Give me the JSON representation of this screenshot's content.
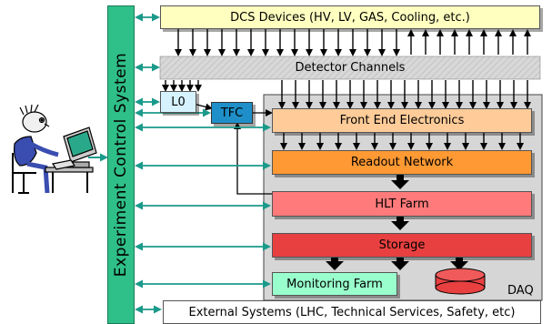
{
  "ecs_label": "Experiment Control System",
  "dcs_label": "DCS Devices (HV, LV, GAS, Cooling, etc.)",
  "detector_label": "Detector Channels",
  "l0_label": "L0",
  "tfc_label": "TFC",
  "fee_label": "Front End Electronics",
  "readout_label": "Readout Network",
  "hlt_label": "HLT Farm",
  "storage_label": "Storage",
  "monitoring_label": "Monitoring Farm",
  "daq_label": "DAQ",
  "external_label": "External Systems (LHC, Technical Services, Safety, etc)",
  "colors": {
    "ecs": "#2fbf88",
    "dcs": "#ffffc0",
    "detector": "#d4d4d4",
    "daq_region": "#d6d6d6",
    "fee": "#ffcc99",
    "readout": "#ff9933",
    "hlt": "#ff7a7a",
    "storage": "#e84040",
    "monitoring": "#99ffcc",
    "l0": "#d6f2ff",
    "tfc": "#1e8fc8",
    "arrow_teal": "#1a9a8a"
  }
}
